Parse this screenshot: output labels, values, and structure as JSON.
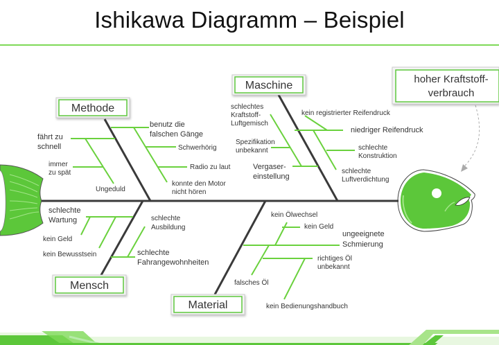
{
  "title": "Ishikawa Diagramm – Beispiel",
  "colors": {
    "accent": "#5cc73a",
    "bone": "#3a3a3a",
    "sub_bone": "#6ad13d",
    "rule": "#7ed957"
  },
  "effect": {
    "line1": "hoher Kraftstoff-",
    "line2": "verbrauch"
  },
  "categories": {
    "methode": {
      "label": "Methode",
      "causes": {
        "faehrt_l1": "fährt zu",
        "faehrt_l2": "schnell",
        "immer_l1": "immer",
        "immer_l2": "zu spät",
        "ungeduld": "Ungeduld",
        "benutzt_l1": "benutz die",
        "benutzt_l2": "falschen Gänge",
        "schwerhoerig": "Schwerhörig",
        "radio": "Radio zu laut",
        "motor_l1": "konnte den Motor",
        "motor_l2": "nicht hören"
      }
    },
    "maschine": {
      "label": "Maschine",
      "causes": {
        "kraftstoff_l1": "schlechtes",
        "kraftstoff_l2": "Kraftstoff-",
        "kraftstoff_l3": "Luftgemisch",
        "spez_l1": "Spezifikation",
        "spez_l2": "unbekannt",
        "vergaser_l1": "Vergaser-",
        "vergaser_l2": "einstellung",
        "reifen_reg": "kein registrierter Reifendruck",
        "reifen_nied": "niedriger Reifendruck",
        "konstr_l1": "schlechte",
        "konstr_l2": "Konstruktion",
        "luft_l1": "schlechte",
        "luft_l2": "Luftverdichtung"
      }
    },
    "mensch": {
      "label": "Mensch",
      "causes": {
        "wartung_l1": "schlechte",
        "wartung_l2": "Wartung",
        "geld": "kein Geld",
        "bewusst": "kein Bewusstsein",
        "ausbildung_l1": "schlechte",
        "ausbildung_l2": "Ausbildung",
        "fahr_l1": "schlechte",
        "fahr_l2": "Fahrangewohnheiten"
      }
    },
    "material": {
      "label": "Material",
      "causes": {
        "oelwechsel": "kein Ölwechsel",
        "geld": "kein Geld",
        "schmier_l1": "ungeeignete",
        "schmier_l2": "Schmierung",
        "richtig_l1": "richtiges Öl",
        "richtig_l2": "unbekannt",
        "falsch": "falsches Öl",
        "handbuch": "kein Bedienungshandbuch"
      }
    }
  }
}
